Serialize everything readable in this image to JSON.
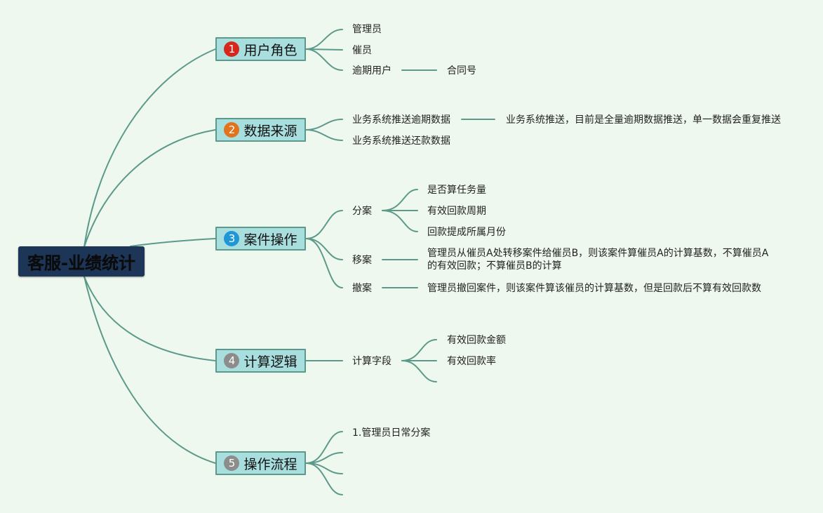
{
  "root": {
    "label": "客服-业绩统计"
  },
  "branches": [
    {
      "number": "1",
      "label": "用户角色",
      "color": "#d7261b"
    },
    {
      "number": "2",
      "label": "数据来源",
      "color": "#e2731c"
    },
    {
      "number": "3",
      "label": "案件操作",
      "color": "#1f97d6"
    },
    {
      "number": "4",
      "label": "计算逻辑",
      "color": "#8c8c8c"
    },
    {
      "number": "5",
      "label": "操作流程",
      "color": "#8c8c8c"
    }
  ],
  "roles": {
    "admin": "管理员",
    "collector": "催员",
    "overdue_user": "逾期用户",
    "contract_no": "合同号"
  },
  "sources": {
    "push_overdue": "业务系统推送逾期数据",
    "push_overdue_note": "业务系统推送，目前是全量逾期数据推送，单一数据会重复推送",
    "push_repay": "业务系统推送还款数据"
  },
  "case_ops": {
    "assign": "分案",
    "assign_items": [
      "是否算任务量",
      "有效回款周期",
      "回款提成所属月份"
    ],
    "transfer": "移案",
    "transfer_note": "管理员从催员A处转移案件给催员B，则该案件算催员A的计算基数，不算催员A的有效回款；不算催员B的计算",
    "withdraw": "撤案",
    "withdraw_note": "管理员撤回案件，则该案件算该催员的计算基数，但是回款后不算有效回款数"
  },
  "logic": {
    "fields": "计算字段",
    "field_items": [
      "有效回款金额",
      "有效回款率"
    ]
  },
  "flow": {
    "items": [
      "1.管理员日常分案"
    ]
  }
}
